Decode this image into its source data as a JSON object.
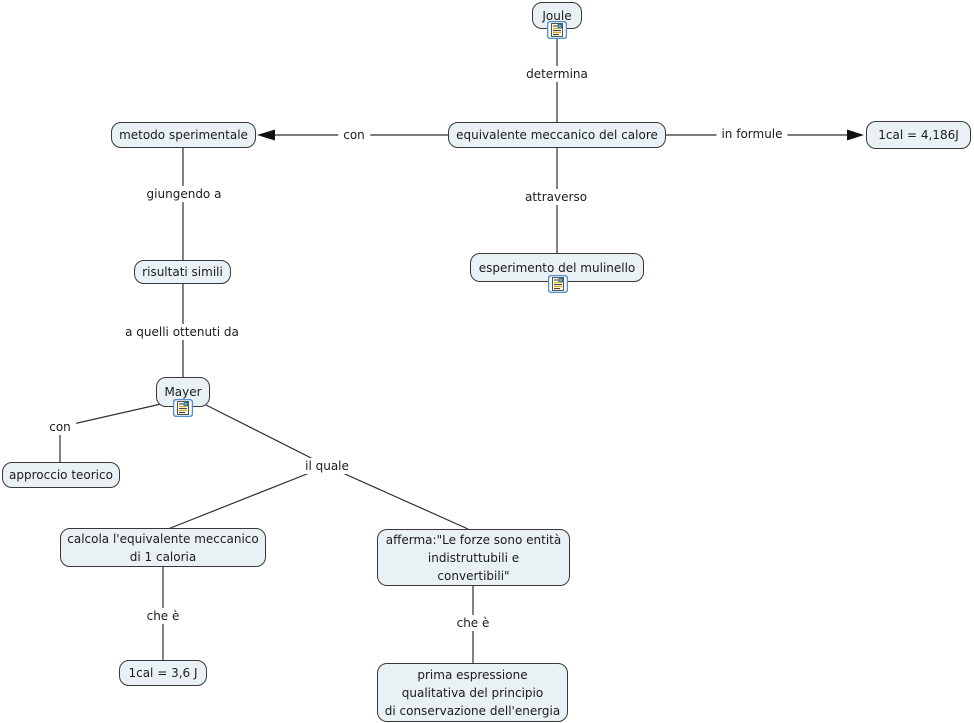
{
  "map": {
    "background_color": "#ffffff",
    "node_fill_color": "#eaf1f4",
    "node_border_color": "#383838",
    "line_color": "#2e2e2e",
    "icon_border_color": "#4d8fd1"
  },
  "nodes": {
    "joule": {
      "label": "Joule",
      "has_resource_icon": true
    },
    "equivalente": {
      "label": "equivalente meccanico del calore"
    },
    "metodo": {
      "label": "metodo sperimentale"
    },
    "formula_joule": {
      "label": "1cal = 4,186J"
    },
    "mulinello": {
      "label": "esperimento del mulinello",
      "has_resource_icon": true
    },
    "risultati": {
      "label": "risultati simili"
    },
    "mayer": {
      "label": "Mayer",
      "has_resource_icon": true
    },
    "approccio": {
      "label": "approccio teorico"
    },
    "calcola": {
      "label": "calcola l'equivalente meccanico\ndi 1 caloria"
    },
    "afferma": {
      "label": "afferma:\"Le forze sono entità\nindistruttubili e\nconvertibili\""
    },
    "formula_mayer": {
      "label": "1cal = 3,6 J"
    },
    "prima": {
      "label": "prima espressione\nqualitativa del principio\ndi conservazione dell'energia"
    }
  },
  "links": {
    "determina": {
      "label": "determina"
    },
    "con_metodo": {
      "label": "con"
    },
    "in_formule": {
      "label": "in formule"
    },
    "attraverso": {
      "label": "attraverso"
    },
    "giungendo_a": {
      "label": "giungendo a"
    },
    "a_quelli": {
      "label": "a quelli ottenuti da"
    },
    "con_approccio": {
      "label": "con"
    },
    "il_quale": {
      "label": "il quale"
    },
    "che_e_sx": {
      "label": "che è"
    },
    "che_e_dx": {
      "label": "che è"
    }
  },
  "icons": {
    "resource": "resource-icon"
  }
}
